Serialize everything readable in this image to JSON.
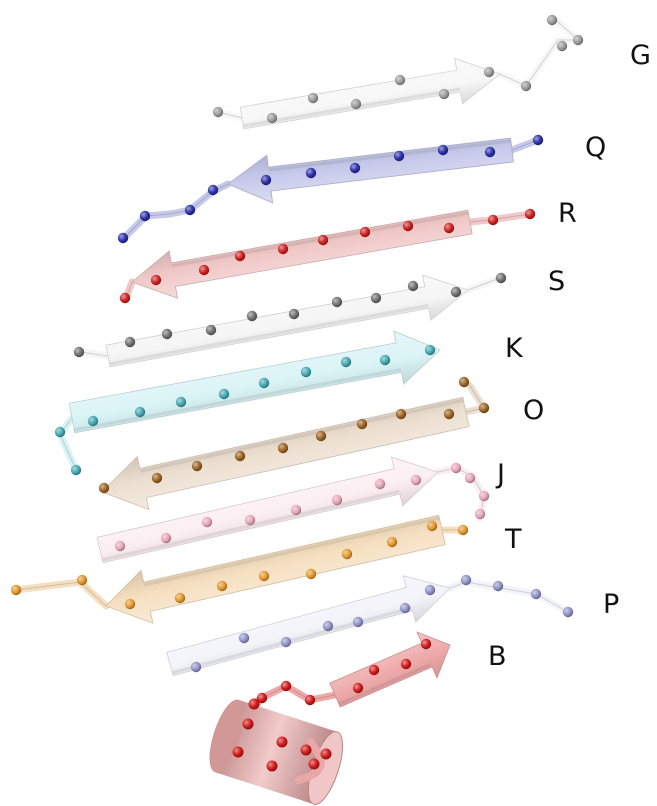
{
  "strands": [
    {
      "id": "G",
      "label": "G",
      "color": "#9a9a9a",
      "light": "#f7f7f7",
      "dir": "right",
      "icon": "strand-arrow"
    },
    {
      "id": "Q",
      "label": "Q",
      "color": "#2b2fa8",
      "light": "#c7c9ea",
      "dir": "left",
      "icon": "strand-arrow"
    },
    {
      "id": "R",
      "label": "R",
      "color": "#cc1f1f",
      "light": "#f0c8c8",
      "dir": "left",
      "icon": "strand-arrow"
    },
    {
      "id": "S",
      "label": "S",
      "color": "#6f6f6f",
      "light": "#f5f5f5",
      "dir": "right",
      "icon": "strand-arrow"
    },
    {
      "id": "K",
      "label": "K",
      "color": "#44a6b2",
      "light": "#d9f3f5",
      "dir": "right",
      "icon": "strand-arrow"
    },
    {
      "id": "O",
      "label": "O",
      "color": "#9a6220",
      "light": "#ecdfd0",
      "dir": "left",
      "icon": "strand-arrow"
    },
    {
      "id": "J",
      "label": "J",
      "color": "#e6a5b9",
      "light": "#fbeef2",
      "dir": "right",
      "icon": "strand-arrow"
    },
    {
      "id": "T",
      "label": "T",
      "color": "#e2962c",
      "light": "#f5dfc0",
      "dir": "left",
      "icon": "strand-arrow"
    },
    {
      "id": "P",
      "label": "P",
      "color": "#8f92c8",
      "light": "#f3f3fa",
      "dir": "right",
      "icon": "strand-arrow"
    },
    {
      "id": "B",
      "label": "B",
      "color": "#d01818",
      "light": "#eea8a8",
      "dir": "right",
      "icon": "strand-arrow"
    }
  ],
  "helix": {
    "color": "#d01818",
    "light": "#e9a8a8",
    "icon": "helix-cylinder"
  },
  "style": {
    "background": "#ffffff",
    "label_color": "#111111"
  }
}
